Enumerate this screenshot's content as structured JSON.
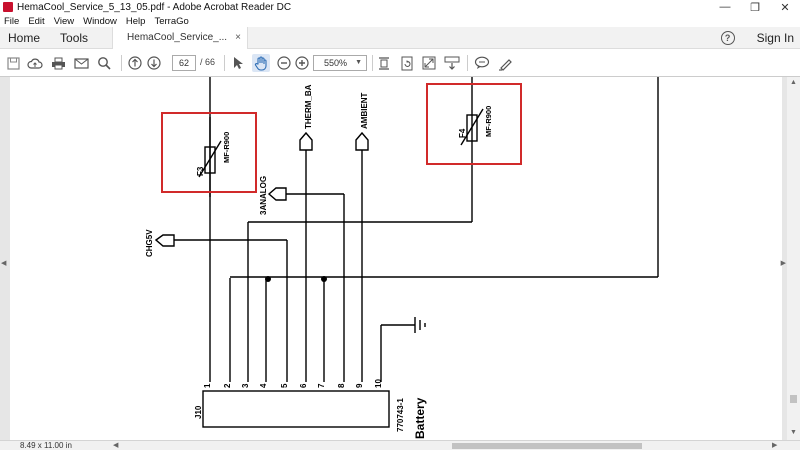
{
  "window": {
    "title": "HemaCool_Service_5_13_05.pdf - Adobe Acrobat Reader DC",
    "minimize": "—",
    "restore": "❐",
    "close": "✕"
  },
  "menu": [
    "File",
    "Edit",
    "View",
    "Window",
    "Help",
    "TerraGo"
  ],
  "tabs": {
    "home": "Home",
    "tools": "Tools",
    "document": "HemaCool_Service_...",
    "close": "×",
    "help": "?",
    "signin": "Sign In"
  },
  "toolbar": {
    "page_current": "62",
    "page_total": "/ 66",
    "zoom": "550%",
    "icons": [
      "save-icon",
      "cloud-upload-icon",
      "print-icon",
      "email-icon",
      "search-icon",
      "prev-page-icon",
      "next-page-icon",
      "select-cursor-icon",
      "hand-tool-icon",
      "zoom-out-icon",
      "zoom-in-icon",
      "scrolling-mode-icon",
      "rotate-icon",
      "fit-page-icon",
      "read-mode-icon",
      "comment-icon",
      "highlight-icon"
    ]
  },
  "schematic": {
    "labels": {
      "therm": "THERM_BA",
      "ambient": "AMBIENT",
      "analog": "3ANALOG",
      "chg": "CHG5V",
      "f3": "F3",
      "f3_part": "MF-R900",
      "f4": "F4",
      "f4_part": "MF-R900",
      "connector": "J10",
      "part_no": "770743-1",
      "battery": "Battery"
    },
    "pins": [
      "1",
      "2",
      "3",
      "4",
      "5",
      "6",
      "7",
      "8",
      "9",
      "10"
    ]
  },
  "status": {
    "page_size": "8.49 x 11.00 in"
  }
}
